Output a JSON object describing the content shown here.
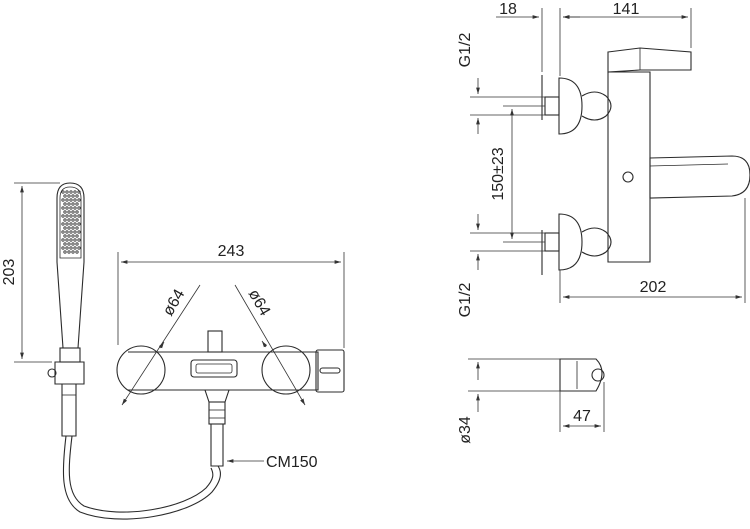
{
  "dimensions": {
    "handshower_length": "203",
    "body_width": "243",
    "rosette_left": "ø64",
    "rosette_right": "ø64",
    "hose": "CM150",
    "eccentric_offset": "18",
    "body_depth": "141",
    "thread_top": "G1/2",
    "centres": "150±23",
    "thread_bottom": "G1/2",
    "spout_projection": "202",
    "holder_diameter": "ø34",
    "holder_depth": "47"
  },
  "colors": {
    "line": "#2b2b2b",
    "background": "#ffffff"
  }
}
